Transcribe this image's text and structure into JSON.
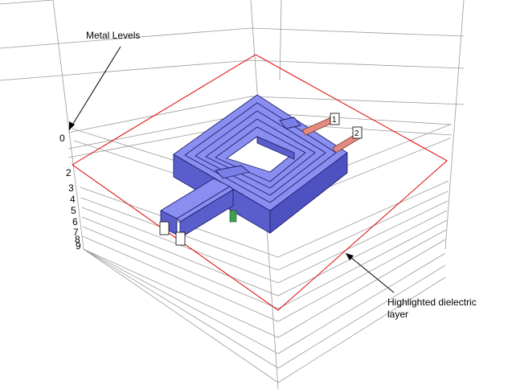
{
  "annotations": {
    "metal_levels": "Metal Levels",
    "dielectric_line1": "Highlighted dielectric",
    "dielectric_line2": "layer"
  },
  "level_labels": [
    "0",
    "2",
    "3",
    "4",
    "5",
    "6",
    "7",
    "8",
    "9"
  ],
  "port_labels": [
    "1",
    "2"
  ],
  "colors": {
    "grid": "#9a9a9a",
    "highlight": "#e00000",
    "metal_top": "#8a8ef0",
    "metal_side": "#5a5ecc",
    "metal_edge": "#1e206a",
    "feed": "#e58a80",
    "via": "#3fa050"
  }
}
